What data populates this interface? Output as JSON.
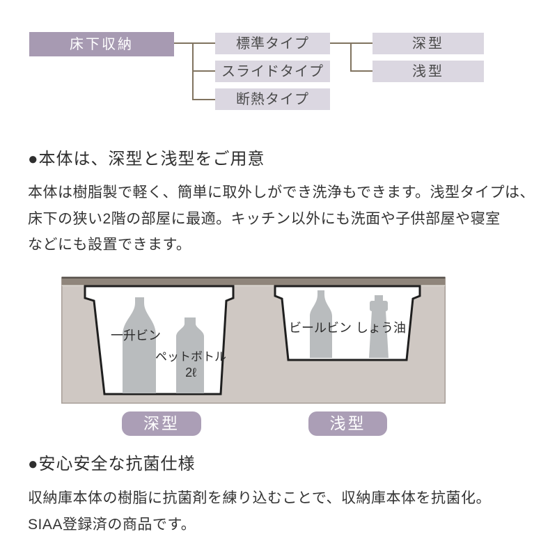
{
  "flowchart": {
    "root_label": "床下収納",
    "type_nodes": [
      {
        "label": "標準タイプ"
      },
      {
        "label": "スライドタイプ"
      },
      {
        "label": "断熱タイプ"
      }
    ],
    "depth_nodes": [
      {
        "label": "深型"
      },
      {
        "label": "浅型"
      }
    ],
    "colors": {
      "root_bg": "#a79ab2",
      "node_bg": "#dbd7e1",
      "line": "#80735f"
    }
  },
  "section_body_types": {
    "heading": "●本体は、深型と浅型をご用意",
    "body_lines": [
      "本体は樹脂製で軽く、簡単に取外しができ洗浄もできます。浅型タイプは、",
      "床下の狭い2階の部屋に最適。キッチン以外にも洗面や子供部屋や寝室",
      "などにも設置できます。"
    ]
  },
  "illustration": {
    "deep_container_items": [
      {
        "label": "一升ビン"
      },
      {
        "label": "ペットボトル",
        "sub_label": "2ℓ"
      }
    ],
    "shallow_container_items": [
      {
        "label": "ビールビン"
      },
      {
        "label": "しょう油"
      }
    ],
    "deep_tag": "深型",
    "shallow_tag": "浅型",
    "colors": {
      "ground": "#cfc8c3",
      "floor_board": "#8f857b",
      "bottle": "#b9bcbe",
      "tag_bg": "#ab9eb6",
      "container_outline": "#1f1f1f"
    }
  },
  "section_antibacterial": {
    "heading": "●安心安全な抗菌仕様",
    "body_lines": [
      "収納庫本体の樹脂に抗菌剤を練り込むことで、収納庫本体を抗菌化。",
      "SIAA登録済の商品です。"
    ]
  }
}
